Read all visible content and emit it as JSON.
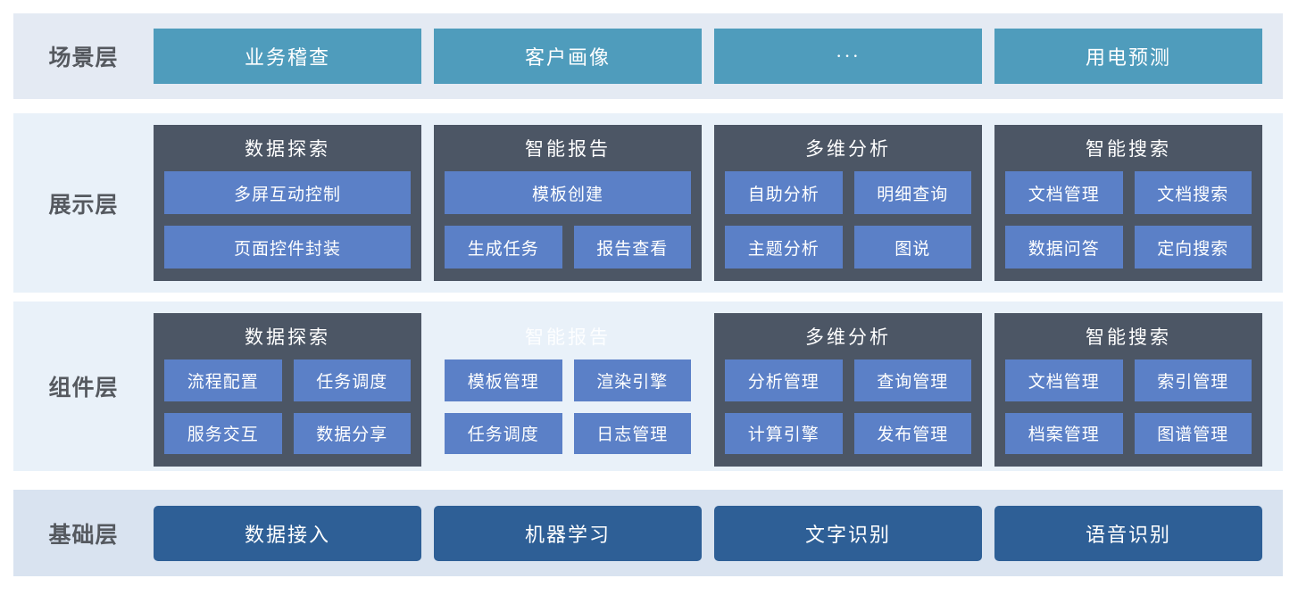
{
  "layers": [
    {
      "type": "scenario",
      "label": "场景层",
      "items": [
        "业务稽查",
        "客户画像",
        "···",
        "用电预测"
      ]
    },
    {
      "type": "display",
      "label": "展示层",
      "groups": [
        {
          "title": "数据探索",
          "ghost": false,
          "rows": [
            [
              "多屏互动控制"
            ],
            [
              "页面控件封装"
            ]
          ]
        },
        {
          "title": "智能报告",
          "ghost": false,
          "rows": [
            [
              "模板创建"
            ],
            [
              "生成任务",
              "报告查看"
            ]
          ]
        },
        {
          "title": "多维分析",
          "ghost": false,
          "rows": [
            [
              "自助分析",
              "明细查询"
            ],
            [
              "主题分析",
              "图说"
            ]
          ]
        },
        {
          "title": "智能搜索",
          "ghost": false,
          "rows": [
            [
              "文档管理",
              "文档搜索"
            ],
            [
              "数据问答",
              "定向搜索"
            ]
          ]
        }
      ]
    },
    {
      "type": "component",
      "label": "组件层",
      "groups": [
        {
          "title": "数据探索",
          "ghost": false,
          "rows": [
            [
              "流程配置",
              "任务调度"
            ],
            [
              "服务交互",
              "数据分享"
            ]
          ]
        },
        {
          "title": "智能报告",
          "ghost": true,
          "rows": [
            [
              "模板管理",
              "渲染引擎"
            ],
            [
              "任务调度",
              "日志管理"
            ]
          ]
        },
        {
          "title": "多维分析",
          "ghost": false,
          "rows": [
            [
              "分析管理",
              "查询管理"
            ],
            [
              "计算引擎",
              "发布管理"
            ]
          ]
        },
        {
          "title": "智能搜索",
          "ghost": false,
          "rows": [
            [
              "文档管理",
              "索引管理"
            ],
            [
              "档案管理",
              "图谱管理"
            ]
          ]
        }
      ]
    },
    {
      "type": "base",
      "label": "基础层",
      "items": [
        "数据接入",
        "机器学习",
        "文字识别",
        "语音识别"
      ]
    }
  ],
  "colors": {
    "band_scenario_bg": "#e4eaf3",
    "band_light_bg": "#e9f1f9",
    "band_base_bg": "#d9e3f0",
    "scenario_item": "#4f9cbc",
    "group_bg": "#4c5665",
    "feature_item": "#5b80c7",
    "base_item": "#2e5f96",
    "label_color": "#55595f",
    "ghost_title": "#fdfeff"
  }
}
